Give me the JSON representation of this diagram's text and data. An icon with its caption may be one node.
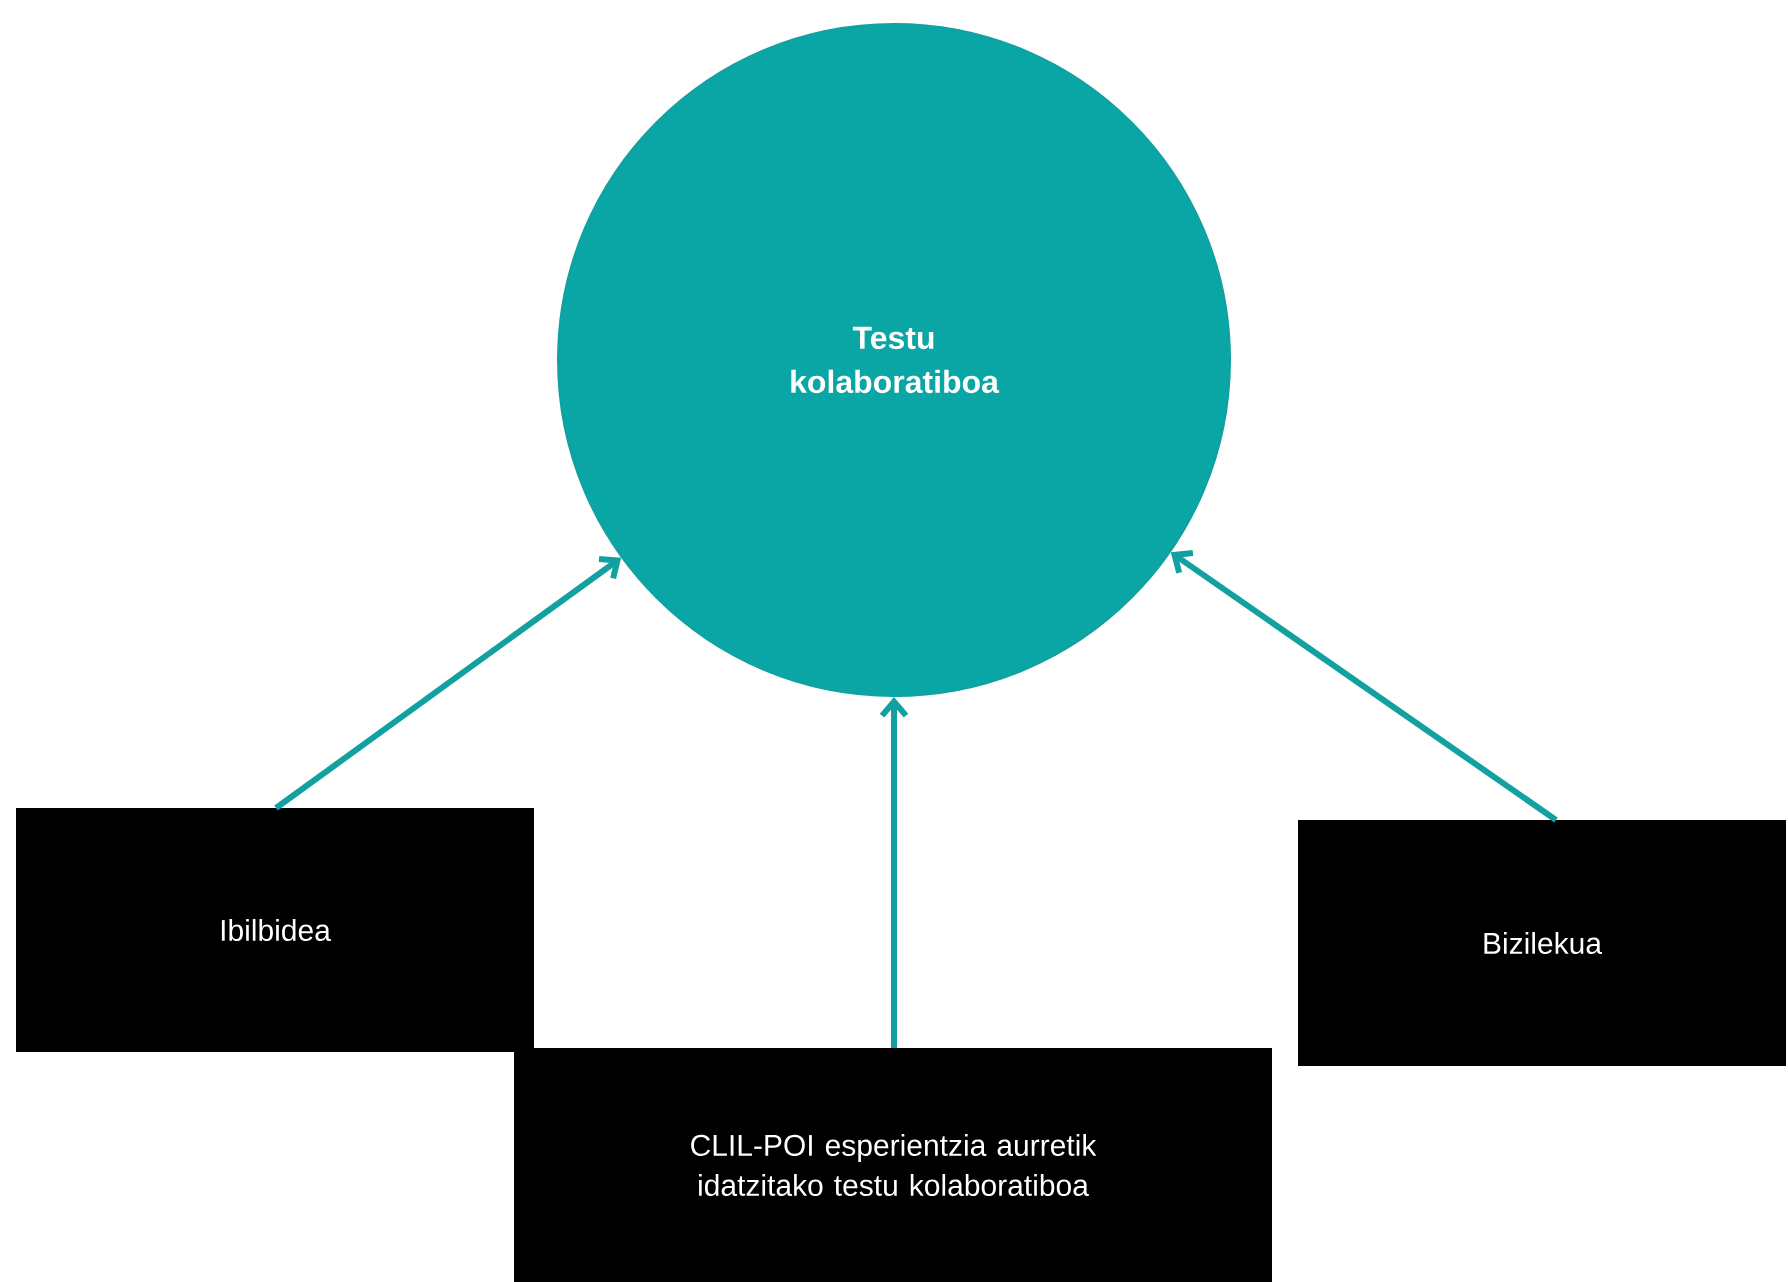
{
  "diagram": {
    "nodes": [
      {
        "text": [
          "Testu kolaboratiboa"
        ]
      },
      {
        "text": [
          "Ibilbidea"
        ]
      },
      {
        "text": [
          "CLIL-POI esperientzia aurretik idatzitako testu kolaboratiboa"
        ]
      },
      {
        "text": [
          "Bizilekua"
        ]
      }
    ],
    "edges": [
      {
        "from": 1,
        "to": 0,
        "arrow": "to"
      },
      {
        "from": 2,
        "to": 0,
        "arrow": "to"
      },
      {
        "from": 3,
        "to": 0,
        "arrow": "to"
      }
    ]
  }
}
